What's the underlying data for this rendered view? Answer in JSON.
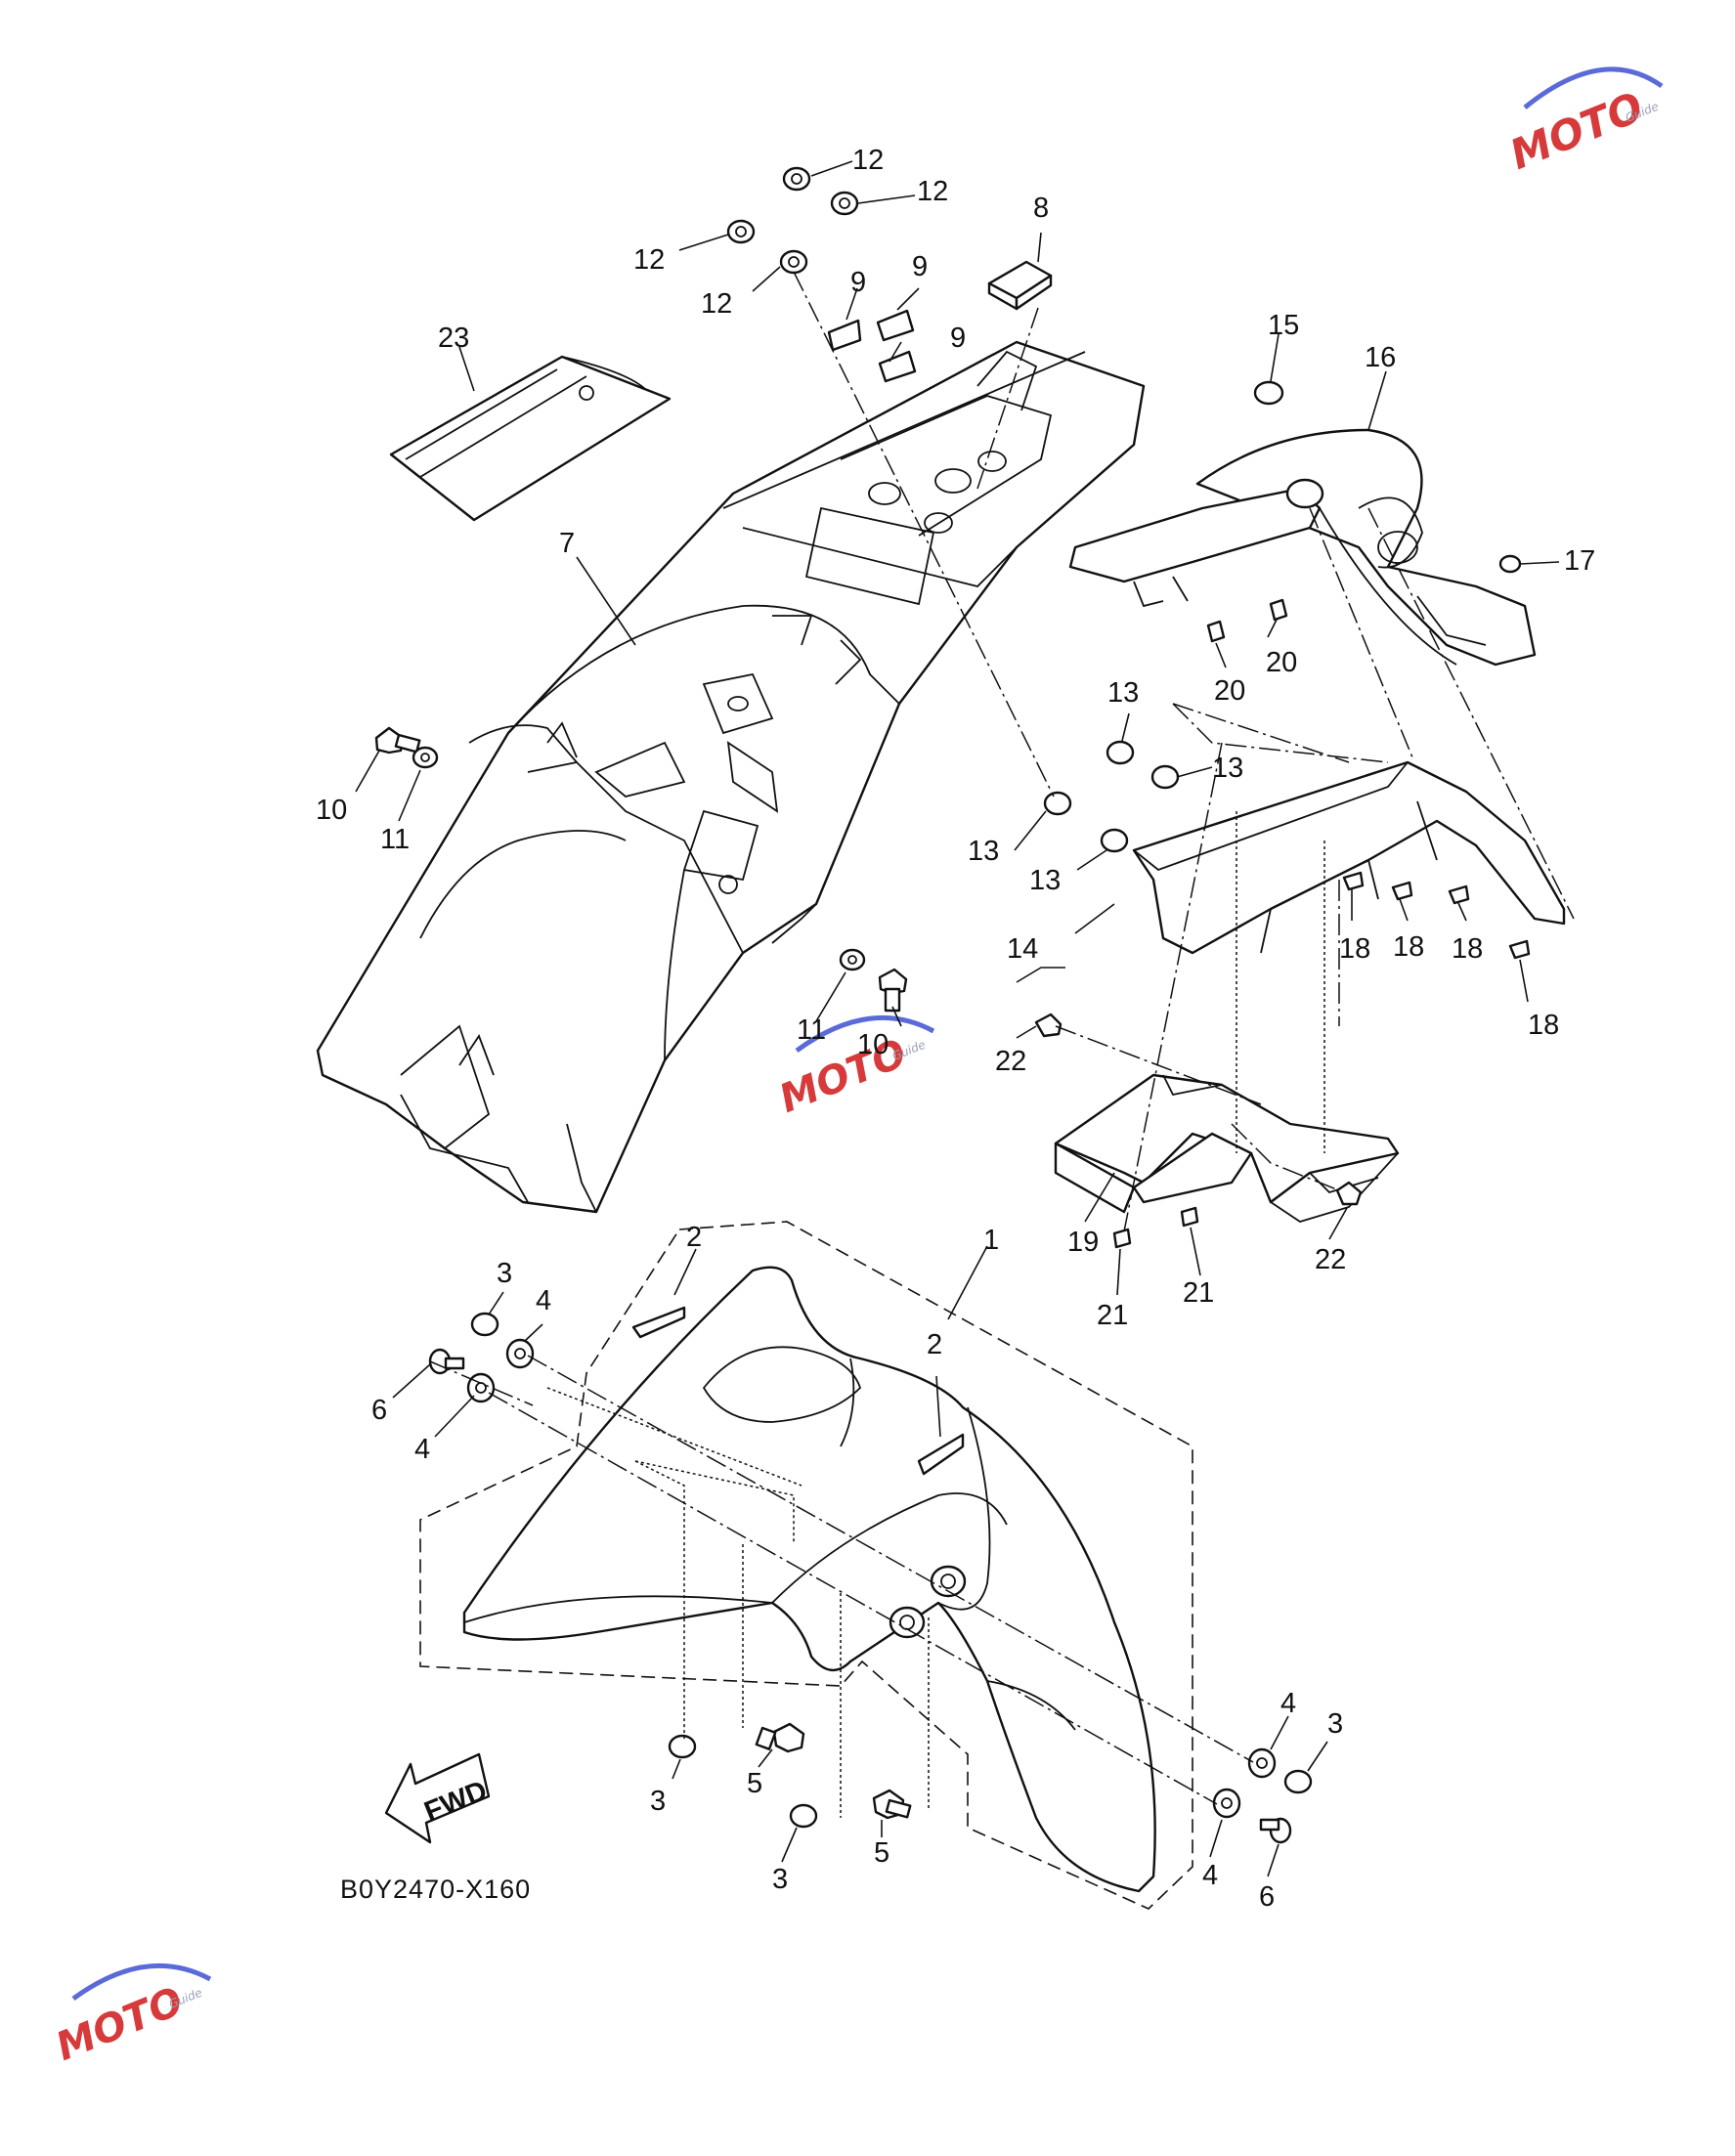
{
  "diagram": {
    "drawing_code": "B0Y2470-X160",
    "fwd_label": "FWD",
    "callouts": [
      {
        "id": "c1",
        "text": "1"
      },
      {
        "id": "c2a",
        "text": "2"
      },
      {
        "id": "c2b",
        "text": "2"
      },
      {
        "id": "c3a",
        "text": "3"
      },
      {
        "id": "c3b",
        "text": "3"
      },
      {
        "id": "c3c",
        "text": "3"
      },
      {
        "id": "c3d",
        "text": "3"
      },
      {
        "id": "c4a",
        "text": "4"
      },
      {
        "id": "c4b",
        "text": "4"
      },
      {
        "id": "c4c",
        "text": "4"
      },
      {
        "id": "c4d",
        "text": "4"
      },
      {
        "id": "c5a",
        "text": "5"
      },
      {
        "id": "c5b",
        "text": "5"
      },
      {
        "id": "c6a",
        "text": "6"
      },
      {
        "id": "c6b",
        "text": "6"
      },
      {
        "id": "c7",
        "text": "7"
      },
      {
        "id": "c8",
        "text": "8"
      },
      {
        "id": "c9a",
        "text": "9"
      },
      {
        "id": "c9b",
        "text": "9"
      },
      {
        "id": "c9c",
        "text": "9"
      },
      {
        "id": "c10a",
        "text": "10"
      },
      {
        "id": "c10b",
        "text": "10"
      },
      {
        "id": "c11a",
        "text": "11"
      },
      {
        "id": "c11b",
        "text": "11"
      },
      {
        "id": "c12a",
        "text": "12"
      },
      {
        "id": "c12b",
        "text": "12"
      },
      {
        "id": "c12c",
        "text": "12"
      },
      {
        "id": "c12d",
        "text": "12"
      },
      {
        "id": "c13a",
        "text": "13"
      },
      {
        "id": "c13b",
        "text": "13"
      },
      {
        "id": "c13c",
        "text": "13"
      },
      {
        "id": "c13d",
        "text": "13"
      },
      {
        "id": "c14",
        "text": "14"
      },
      {
        "id": "c15",
        "text": "15"
      },
      {
        "id": "c16",
        "text": "16"
      },
      {
        "id": "c17",
        "text": "17"
      },
      {
        "id": "c18a",
        "text": "18"
      },
      {
        "id": "c18b",
        "text": "18"
      },
      {
        "id": "c18c",
        "text": "18"
      },
      {
        "id": "c18d",
        "text": "18"
      },
      {
        "id": "c19",
        "text": "19"
      },
      {
        "id": "c20a",
        "text": "20"
      },
      {
        "id": "c20b",
        "text": "20"
      },
      {
        "id": "c21a",
        "text": "21"
      },
      {
        "id": "c21b",
        "text": "21"
      },
      {
        "id": "c22a",
        "text": "22"
      },
      {
        "id": "c22b",
        "text": "22"
      },
      {
        "id": "c23",
        "text": "23"
      }
    ]
  },
  "watermark": {
    "logo_text": "MOTO",
    "logo_subtext": "Guide",
    "color_primary": "#d63a3a",
    "color_secondary": "#5a6ad8"
  }
}
